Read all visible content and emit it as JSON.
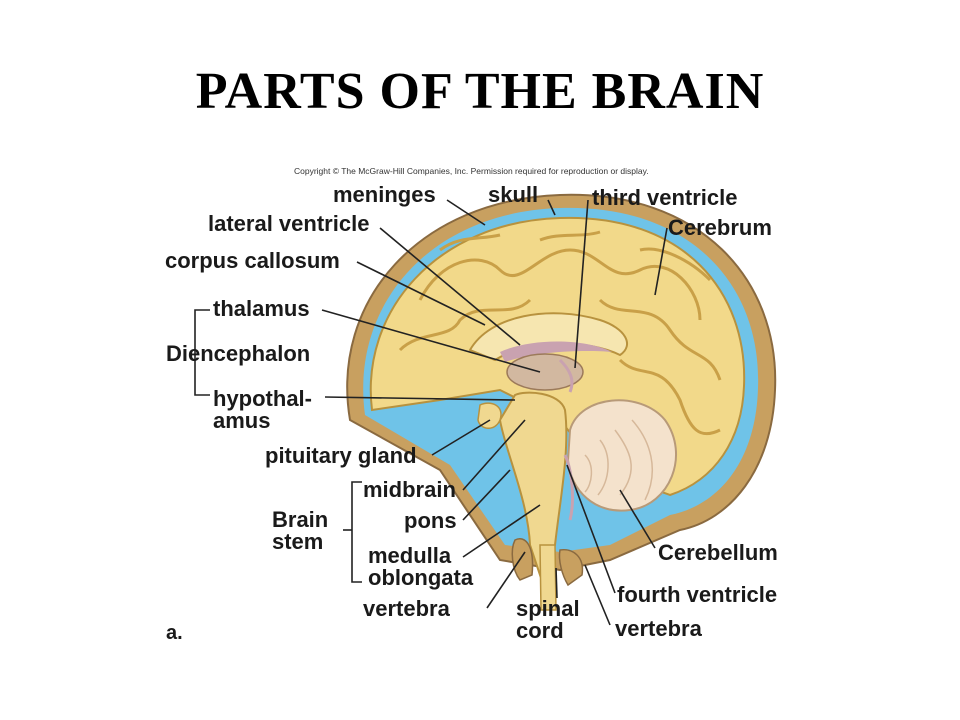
{
  "title": "PARTS OF THE BRAIN",
  "copyright": "Copyright © The McGraw-Hill Companies, Inc. Permission required for reproduction or display.",
  "labels": {
    "meninges": "meninges",
    "skull": "skull",
    "third_ventricle": "third ventricle",
    "cerebrum": "Cerebrum",
    "lateral_ventricle": "lateral ventricle",
    "corpus_callosum": "corpus callosum",
    "thalamus": "thalamus",
    "diencephalon": "Diencephalon",
    "hypothalamus": "hypothal-\namus",
    "pituitary_gland": "pituitary gland",
    "midbrain": "midbrain",
    "brain_stem": "Brain\nstem",
    "pons": "pons",
    "medulla_oblongata": "medulla\noblongata",
    "vertebra_left": "vertebra",
    "spinal_cord": "spinal\ncord",
    "cerebellum": "Cerebellum",
    "fourth_ventricle": "fourth ventricle",
    "vertebra_right": "vertebra"
  },
  "panel_letter": "a.",
  "colors": {
    "skull": "#c8a060",
    "skull_dark": "#8a6a40",
    "meninges": "#6fc3e8",
    "brain": "#f2d98a",
    "brain_fold": "#d9b55a",
    "brainstem": "#f0d890",
    "cerebellum": "#f4e2cc",
    "ventricle": "#c9a2b0"
  }
}
